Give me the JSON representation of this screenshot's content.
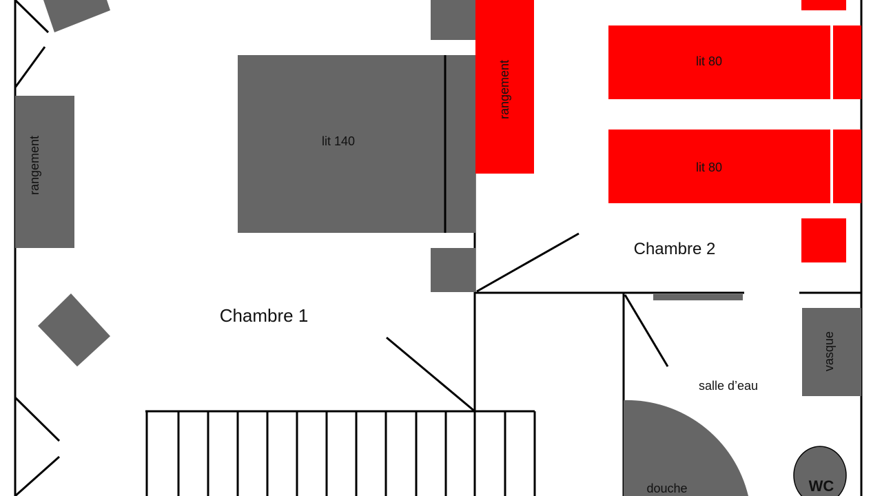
{
  "rooms": {
    "chambre1": "Chambre 1",
    "chambre2": "Chambre 2",
    "salle_eau": "salle d’eau"
  },
  "furniture": {
    "rangement_left": "rangement",
    "rangement_red": "rangement",
    "lit140": "lit 140",
    "lit80_top": "lit 80",
    "lit80_bottom": "lit 80",
    "vasque": "vasque",
    "douche": "douche",
    "wc": "WC"
  },
  "colors": {
    "furniture": "#666666",
    "chambre2_furniture": "#ff0000",
    "walls": "#000000"
  }
}
